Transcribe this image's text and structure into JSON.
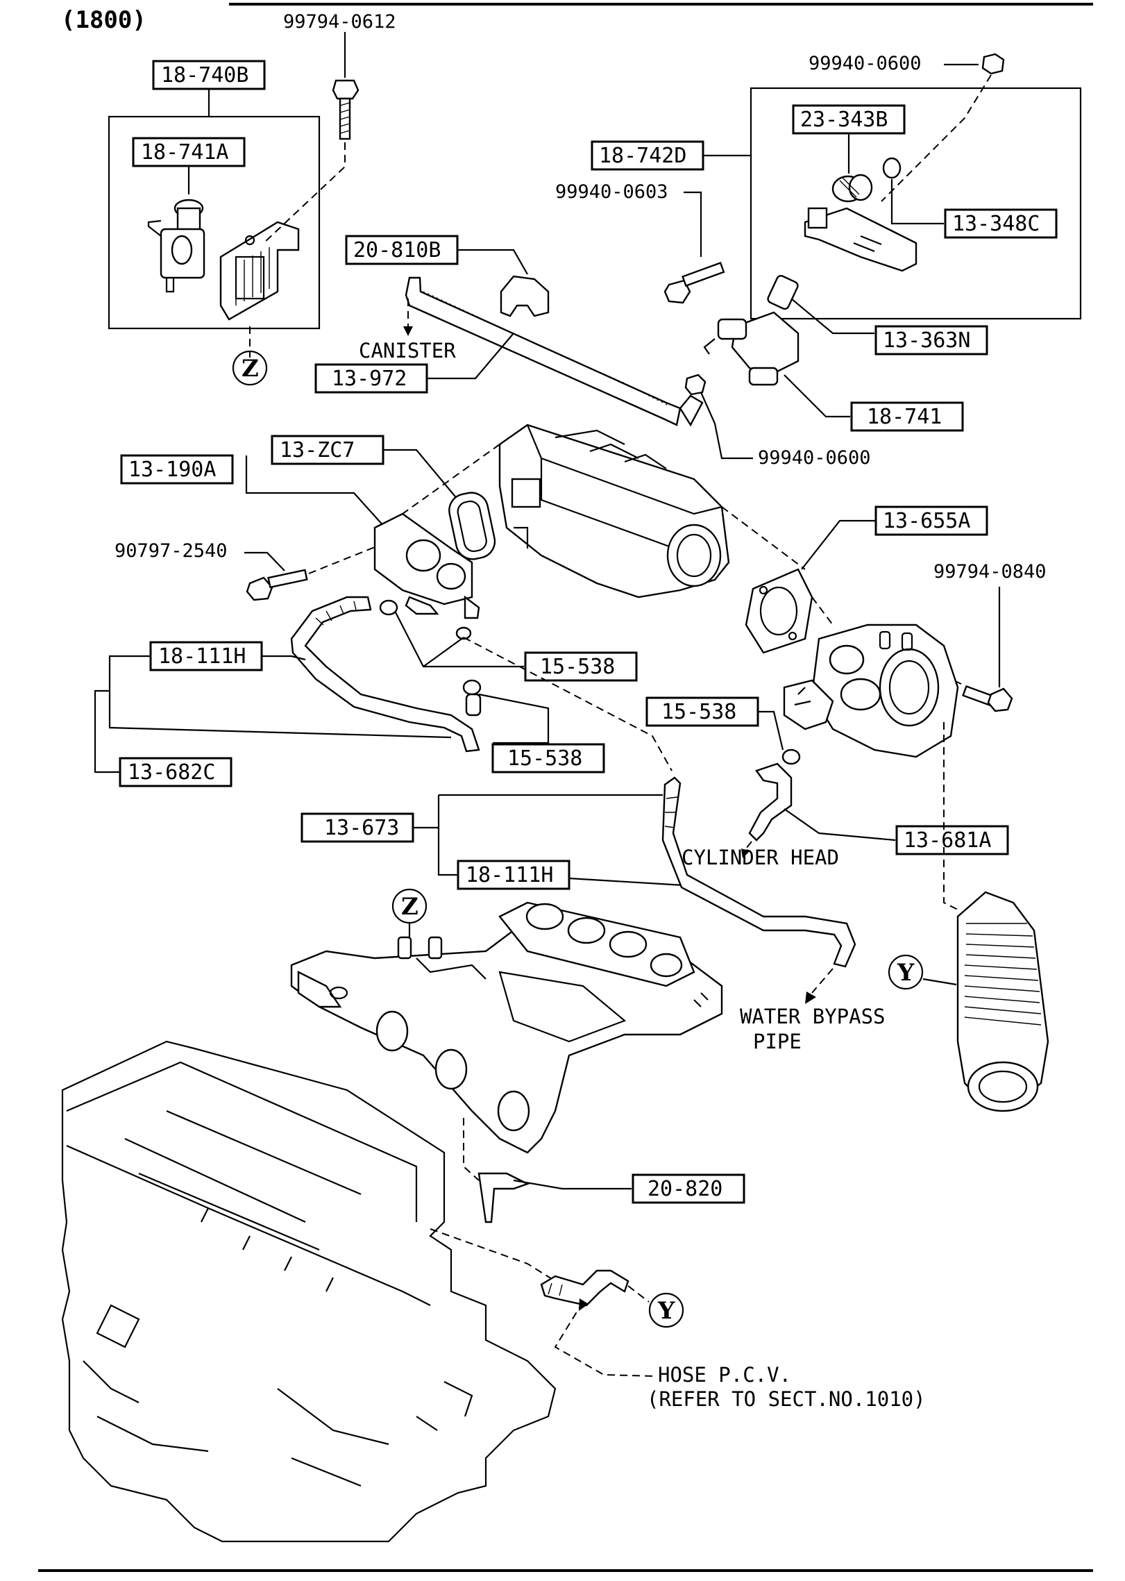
{
  "header": {
    "engine_code": "(1800)"
  },
  "part_numbers": {
    "bolt_top": "99794-0612",
    "nut_top_right": "99940-0600",
    "bolt_bracket": "99940-0603",
    "nut_valve": "99940-0600",
    "bolt_valve": "90797-2540",
    "bolt_throttle": "99794-0840"
  },
  "boxed_refs": {
    "r18_740B": "18-740B",
    "r18_741A": "18-741A",
    "r18_742D": "18-742D",
    "r23_343B": "23-343B",
    "r13_348C": "13-348C",
    "r20_810B": "20-810B",
    "r13_363N": "13-363N",
    "r13_972": "13-972",
    "r18_741": "18-741",
    "r13_190A": "13-190A",
    "r13_ZC7": "13-ZC7",
    "r13_655A": "13-655A",
    "r18_111H_a": "18-111H",
    "r15_538_a": "15-538",
    "r15_538_b": "15-538",
    "r15_538_c": "15-538",
    "r13_682C": "13-682C",
    "r13_673": "13-673",
    "r18_111H_b": "18-111H",
    "r13_681A": "13-681A",
    "r20_820": "20-820"
  },
  "labels": {
    "canister": "CANISTER",
    "cylinder_head": "CYLINDER HEAD",
    "water_bypass_1": "WATER BYPASS",
    "water_bypass_2": "PIPE",
    "hose_pcv_1": "HOSE P.C.V.",
    "hose_pcv_2": "(REFER TO SECT.NO.1010)"
  },
  "markers": {
    "z": "Z",
    "y": "Y"
  }
}
